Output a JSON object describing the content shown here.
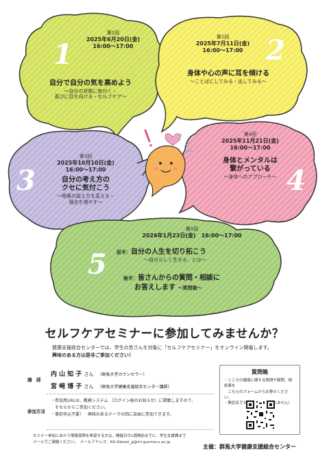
{
  "colors": {
    "green": "#d8e66a",
    "yellow": "#f7f06e",
    "pink": "#f2a3b8",
    "purple": "#c6bedf",
    "green2": "#a9d27d",
    "orange": "#f7b25c"
  },
  "sessions": [
    {
      "num": "1",
      "label": "第1回",
      "date": "2025年6月20日(金)",
      "time": "16:00〜17:00",
      "title": "自分で自分の気を高めよう",
      "sub1": "〜自分の状態に気付く・",
      "sub2": "喜びに目を向ける・セルフケア〜"
    },
    {
      "num": "2",
      "label": "第2回",
      "date": "2025年7月11日(金)",
      "time": "16:00〜17:00",
      "title": "身体や心の声に耳を傾ける",
      "sub1": "〜ことばにしてみる・出してみる〜"
    },
    {
      "num": "3",
      "label": "第3回",
      "date": "2025年10月10日(金)",
      "time": "16:00〜17:00",
      "title1": "自分の考え方の",
      "title2": "クセに気付こう",
      "sub1": "〜物事の捉え方を変える・",
      "sub2": "視点を増やす〜"
    },
    {
      "num": "4",
      "label": "第4回",
      "date": "2025年11月21日(金)",
      "time": "16:00〜17:00",
      "title1": "身体とメンタルは",
      "title2": "繋がっている",
      "sub1": "〜身体へのアプローチ〜"
    },
    {
      "num": "5",
      "label": "第5回",
      "datetime": "2026年1月23日(金)　16:00〜17:00",
      "part1_label": "前半：",
      "part1_title": "自分の人生を切り拓こう",
      "part1_sub": "〜自分らしく生きる、とは〜",
      "part2_label": "後半：",
      "part2_title1": "皆さんからの質問・相談に",
      "part2_title2": "お答えします",
      "part2_sub": "〜質問箱〜"
    }
  ],
  "headline": "セルフケアセミナーに参加してみませんか？",
  "intro1": "健康支援総合センターでは、学生の皆さんを対象に「セルフケアセミナー」をオンライン開催します。",
  "intro2": "興味のある方は是非ご参加ください！",
  "lecturer_label": "講　師",
  "lecturers": [
    {
      "name": "内 山 知 子",
      "san": "さん",
      "role": "（群馬大学カウンセラー）"
    },
    {
      "name": "宮 﨑 博 子",
      "san": "さん",
      "role": "（群馬大学健康支援総合センター講師）"
    }
  ],
  "method_label": "参加方法",
  "method_notes": [
    "・参加用URLは、教務システム （ログイン後のお知らせ）に掲載しますので、",
    "　そちらからご参加ください。",
    "・事前申込不要！　興味のあるテーマの回に自由に参加できます。"
  ],
  "footer_note1": "セミナー参加にあたり情報保障を希望する方は、開催日の1週間前までに、学生支援課まで",
  "footer_note2": "メールでご連絡ください。　メールアドレス：KA-Gkosei_g@ml.gunma-u.ac.jp",
  "qbox": {
    "title": "質問箱",
    "line1": "・こころの健康に関する質問や疑問、相談事を",
    "line2": "　こちらのフォームからお寄せください。",
    "line3": "・無記名です（個人は特定されません）"
  },
  "host": "主催：群馬大学健康支援総合センター"
}
